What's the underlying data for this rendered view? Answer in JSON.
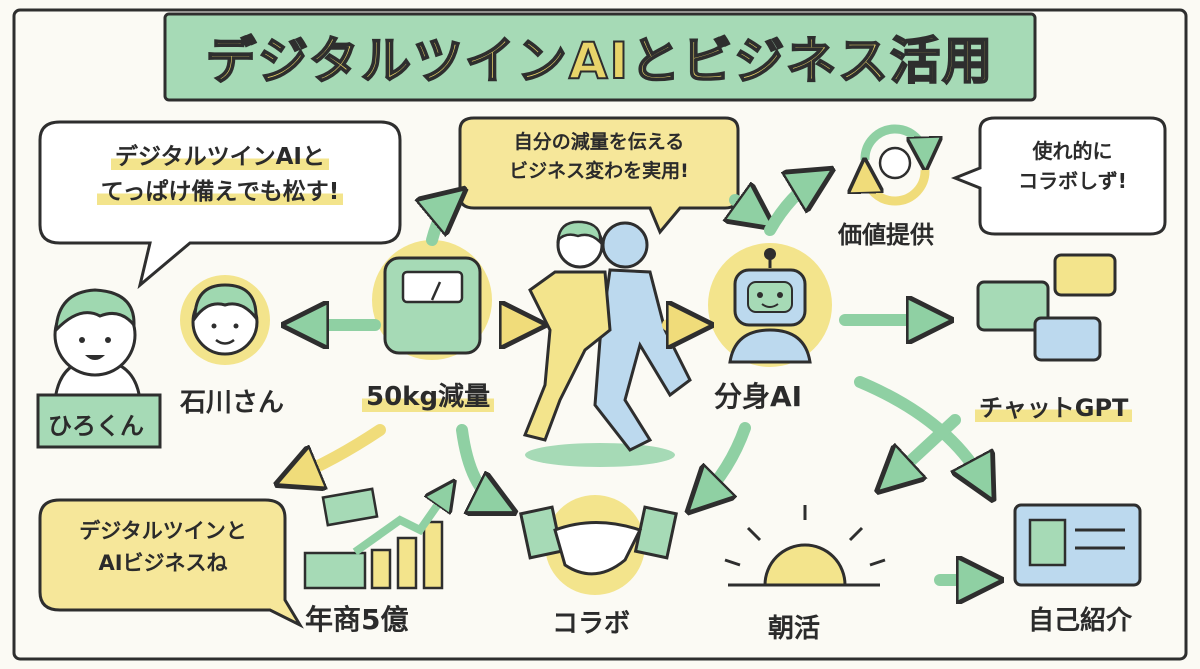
{
  "title": "デジタルツインAIとビジネス活用",
  "bubbles": {
    "top_left": {
      "line1": "デジタルツインAIと",
      "line2": "てっぱけ備えでも松す!"
    },
    "top_center": {
      "line1": "自分の減量を伝える",
      "line2": "ビジネス変わを実用!"
    },
    "top_right": {
      "line1": "使れ的に",
      "line2": "コラボしず!"
    },
    "bottom_left": {
      "line1": "デジタルツインと",
      "line2": "AIビジネスね"
    }
  },
  "labels": {
    "hirokun": "ひろくん",
    "ishikawa": "石川さん",
    "weight_loss": "50kg減量",
    "bunshin_ai": "分身AI",
    "value": "価値提供",
    "chatgpt": "チャットGPT",
    "revenue": "年商5億",
    "collab": "コラボ",
    "morning": "朝活",
    "intro": "自己紹介"
  },
  "icons": [
    "scale-icon",
    "robot-icon",
    "handshake-icon",
    "sun-icon",
    "id-card-icon",
    "chat-icon",
    "dollar-cycle-icon",
    "chart-icon",
    "runner-icon",
    "person-icon"
  ],
  "colors": {
    "green": "#9fd8b0",
    "yellow": "#f3e48c",
    "blue": "#bcd9ee",
    "ink": "#2e2e2e"
  }
}
